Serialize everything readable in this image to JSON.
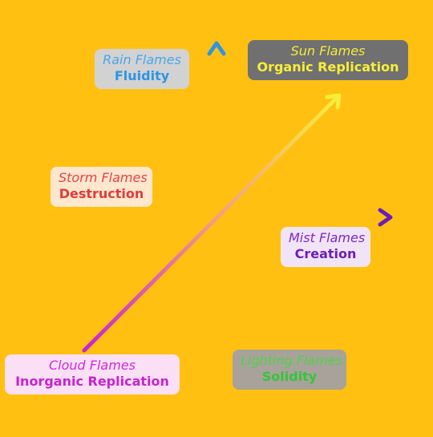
{
  "quadrants": {
    "rain": {
      "name": "Rain Flames",
      "trait": "Fluidity"
    },
    "sun": {
      "name": "Sun Flames",
      "trait": "Organic Replication"
    },
    "storm": {
      "name": "Storm Flames",
      "trait": "Destruction"
    },
    "mist": {
      "name": "Mist Flames",
      "trait": "Creation"
    },
    "cloud": {
      "name": "Cloud Flames",
      "trait": "Inorganic Replication"
    },
    "lightning": {
      "name": "Lighting Flames",
      "trait": "Solidity"
    }
  },
  "colors": {
    "background": "#FFC012",
    "rain": "#2E95E3",
    "sun": "#F7EE3A",
    "storm": "#E23A3A",
    "mist": "#6A1FB8",
    "cloud": "#C623D1",
    "lightning": "#33C63A"
  }
}
